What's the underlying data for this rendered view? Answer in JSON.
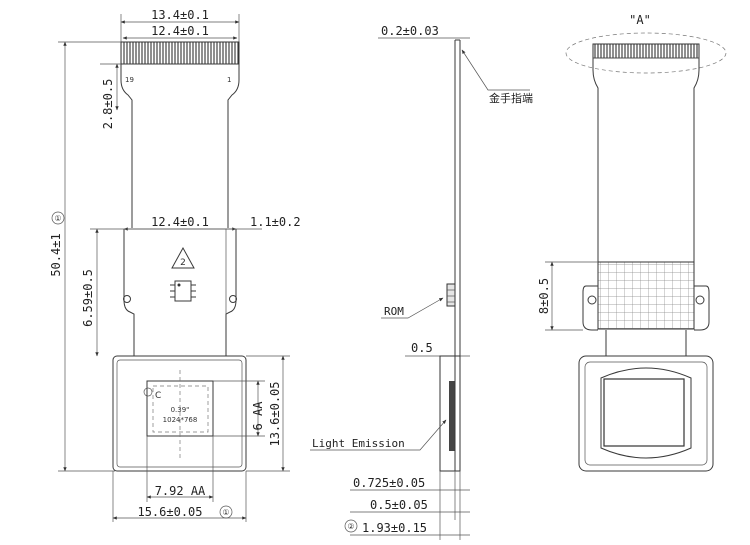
{
  "left_view": {
    "dim_top_outer": "13.4±0.1",
    "dim_top_inner": "12.4±0.1",
    "dim_tab": "2.8±0.5",
    "pin_left": "19",
    "pin_right": "1",
    "dim_total_circle": "①",
    "dim_total": "50.4±1",
    "dim_mid_width": "12.4±0.1",
    "dim_mid_offset": "1.1±0.2",
    "dim_mid_height": "6.59±0.5",
    "warning_number": "2",
    "label_c": "C",
    "display_size": "0.39\"",
    "display_resolution": "1024*768",
    "dim_aa_height": "6 AA",
    "dim_panel_height": "13.6±0.05",
    "dim_aa_width": "7.92 AA",
    "dim_panel_width": "15.6±0.05",
    "dim_panel_width_circle": "①"
  },
  "side_view": {
    "dim_thickness_top": "0.2±0.03",
    "label_gold_finger": "金手指端",
    "label_rom": "ROM",
    "dim_half": "0.5",
    "label_light_emission": "Light Emission",
    "dim_0725": "0.725±0.05",
    "dim_05": "0.5±0.05",
    "dim_total_circle": "②",
    "dim_total_thickness": "1.93±0.15"
  },
  "right_view": {
    "detail_label": "\"A\"",
    "dim_stiffener": "8±0.5"
  }
}
